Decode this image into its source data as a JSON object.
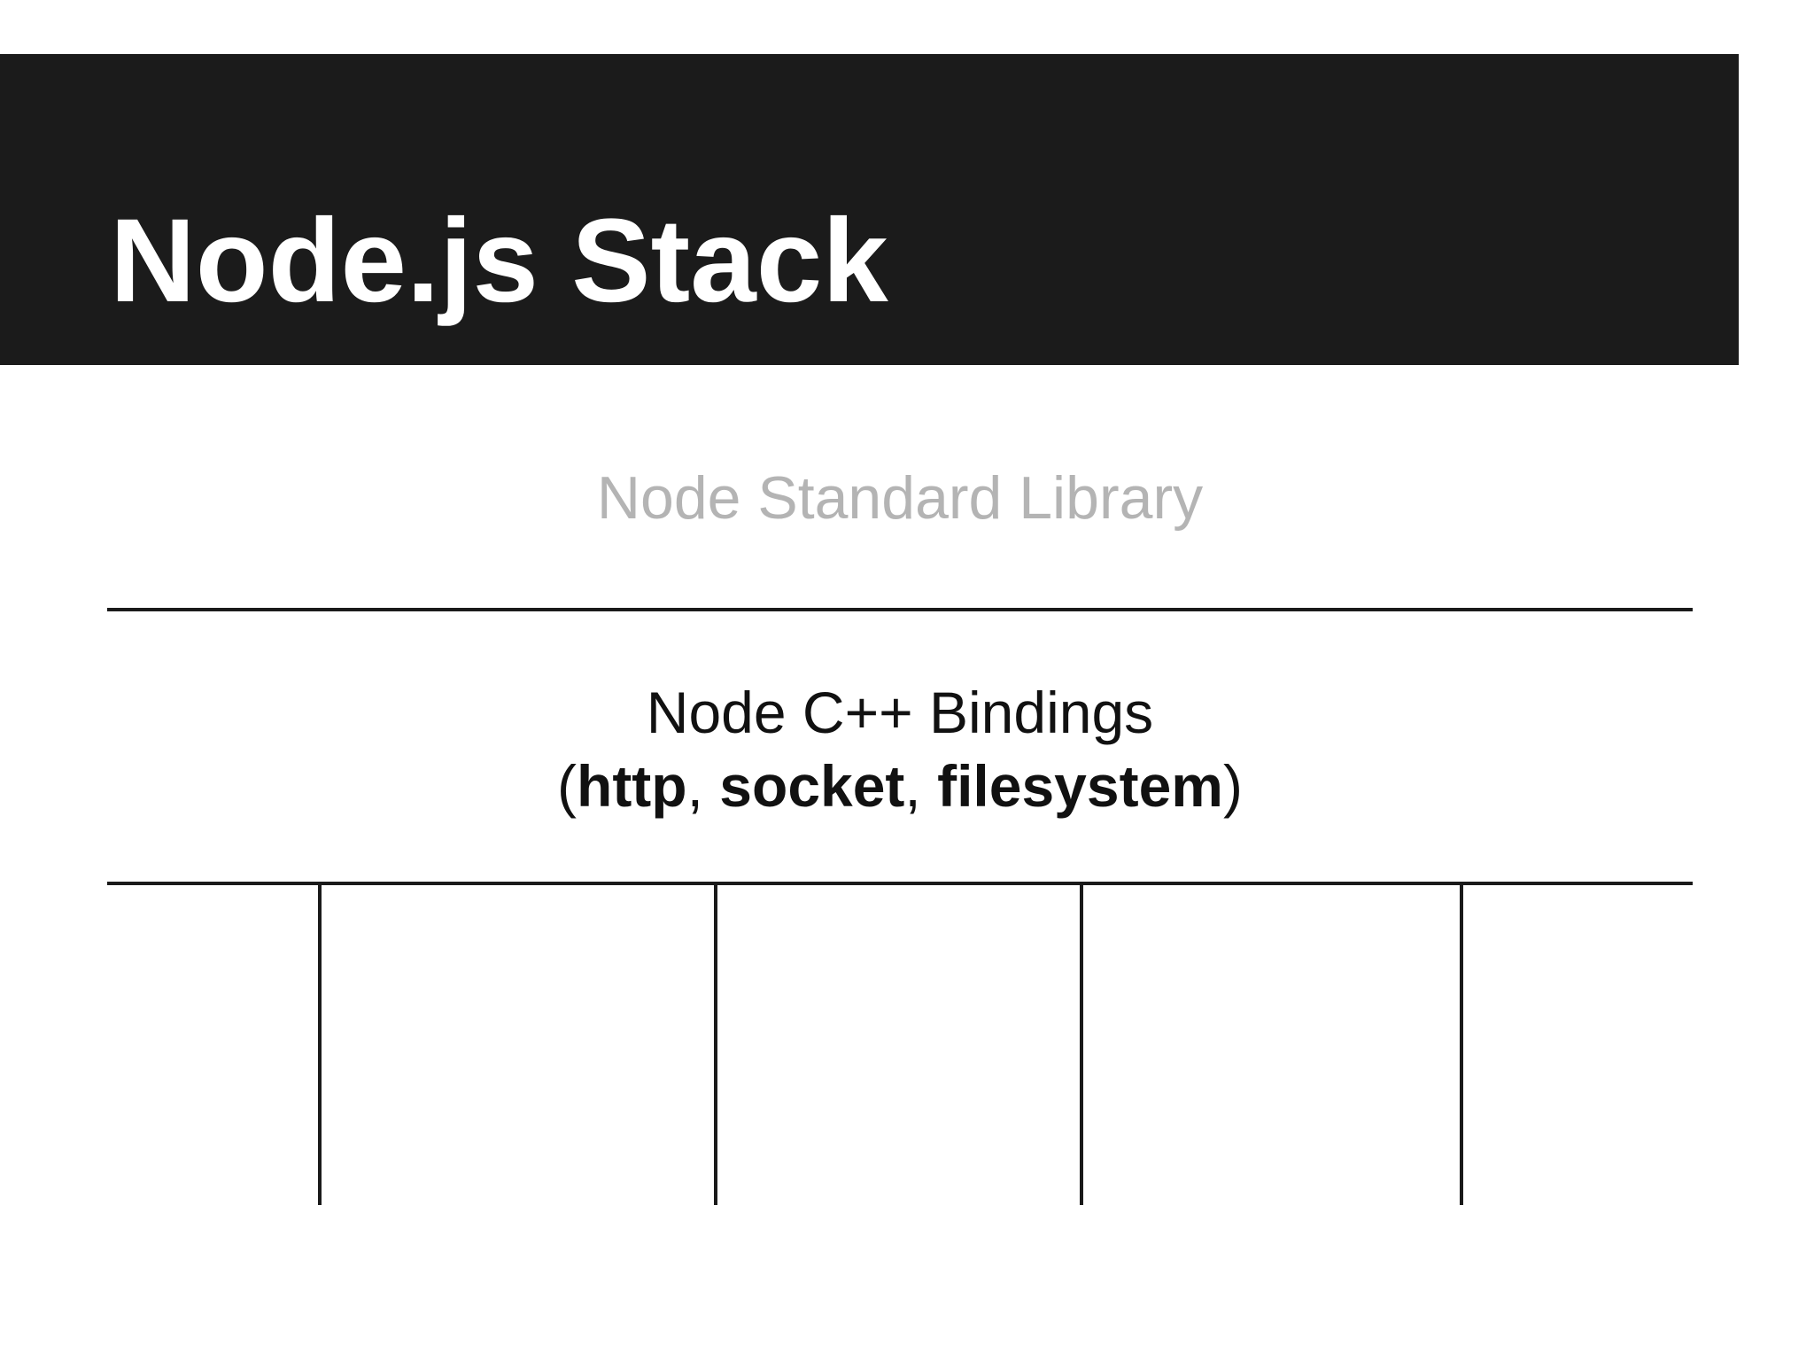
{
  "slide": {
    "title": "Node.js Stack"
  },
  "layers": {
    "standard_library": "Node Standard Library",
    "cpp_bindings": {
      "name": "Node C++ Bindings",
      "open_paren": "(",
      "modules": [
        {
          "label": "http",
          "sep": ", "
        },
        {
          "label": "socket",
          "sep": ", "
        },
        {
          "label": "filesystem",
          "sep": ""
        }
      ],
      "close_paren": ")"
    }
  },
  "colors": {
    "title_bar": "#1b1b1b",
    "title_text": "#ffffff",
    "muted_layer_text": "#b4b4b4",
    "active_layer_text": "#111111",
    "lines": "#1a1a1a"
  }
}
